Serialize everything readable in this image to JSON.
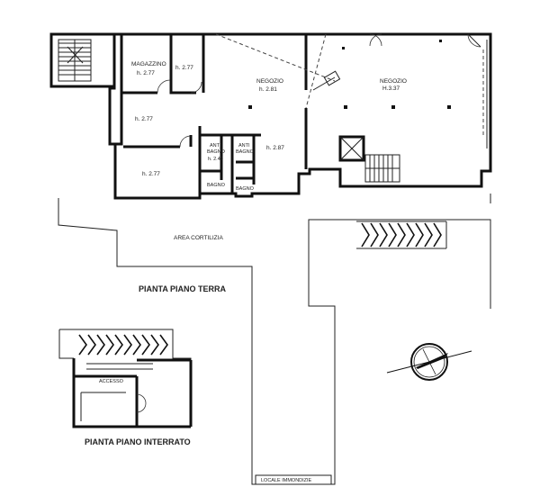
{
  "ground_floor": {
    "title": "PIANTA PIANO TERRA",
    "rooms": {
      "magazzino_name": "MAGAZZINO",
      "magazzino_height": "h. 2.77",
      "back_room_height": "h. 2.77",
      "store1_name": "NEGOZIO",
      "store1_height": "h. 2.81",
      "store2_name": "NEGOZIO",
      "store2_height": "H.3.37",
      "left_room_height": "h. 2.77",
      "low_room_height": "h. 2.77",
      "anti_bagno_1_a": "ANTI",
      "anti_bagno_1_b": "BAGNO",
      "anti_bagno_1_height": "h. 2.40",
      "anti_bagno_2_a": "ANTI",
      "anti_bagno_2_b": "BAGNO",
      "bagno_1": "BAGNO",
      "bagno_2": "BAGNO",
      "corridor_height": "h. 2.87"
    },
    "courtyard": "AREA CORTILIZIA"
  },
  "basement": {
    "title": "PIANTA PIANO INTERRATO",
    "access": "ACCESSO"
  },
  "waste_room": "LOCALE IMMONDIZIE"
}
